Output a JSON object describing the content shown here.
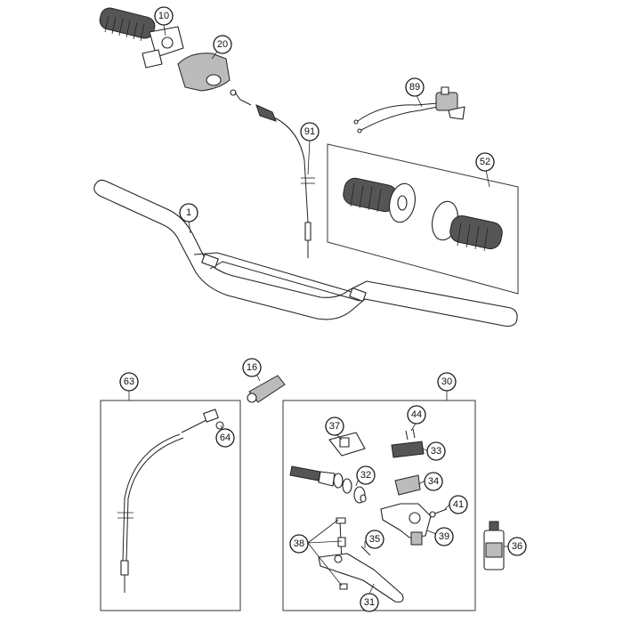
{
  "diagram": {
    "callouts": [
      {
        "id": "c10",
        "label": "10"
      },
      {
        "id": "c20",
        "label": "20"
      },
      {
        "id": "c89",
        "label": "89"
      },
      {
        "id": "c91",
        "label": "91"
      },
      {
        "id": "c52",
        "label": "52"
      },
      {
        "id": "c1",
        "label": "1"
      },
      {
        "id": "c16",
        "label": "16"
      },
      {
        "id": "c63",
        "label": "63"
      },
      {
        "id": "c64",
        "label": "64"
      },
      {
        "id": "c30",
        "label": "30"
      },
      {
        "id": "c37",
        "label": "37"
      },
      {
        "id": "c44",
        "label": "44"
      },
      {
        "id": "c33",
        "label": "33"
      },
      {
        "id": "c32",
        "label": "32"
      },
      {
        "id": "c34",
        "label": "34"
      },
      {
        "id": "c41",
        "label": "41"
      },
      {
        "id": "c39",
        "label": "39"
      },
      {
        "id": "c38",
        "label": "38"
      },
      {
        "id": "c35",
        "label": "35"
      },
      {
        "id": "c36",
        "label": "36"
      },
      {
        "id": "c31",
        "label": "31"
      }
    ]
  }
}
